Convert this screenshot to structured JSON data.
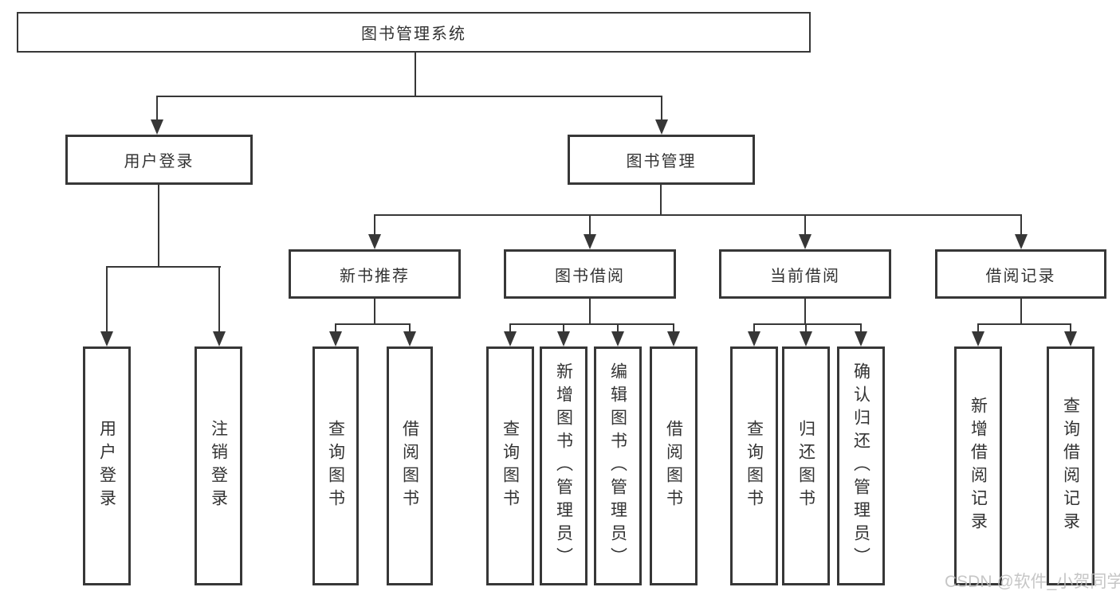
{
  "diagram": {
    "type": "hierarchy-tree",
    "title": "图书管理系统",
    "colors": {
      "line": "#373737",
      "text": "#333333",
      "background": "#ffffff",
      "watermark": "#bdbdbd"
    },
    "watermark": "CSDN @软件_小贺同学",
    "nodes": {
      "root": {
        "label": "图书管理系统"
      },
      "level2": [
        {
          "id": "user-login",
          "label": "用户登录"
        },
        {
          "id": "book-management",
          "label": "图书管理"
        }
      ],
      "level3": [
        {
          "id": "new-book-recommend",
          "label": "新书推荐"
        },
        {
          "id": "book-borrow",
          "label": "图书借阅"
        },
        {
          "id": "current-borrow",
          "label": "当前借阅"
        },
        {
          "id": "borrow-records",
          "label": "借阅记录"
        }
      ],
      "leaves": {
        "user_login": [
          "用户登录",
          "注销登录"
        ],
        "new_book_recommend": [
          "查询图书",
          "借阅图书"
        ],
        "book_borrow": [
          "查询图书",
          "新增图书（管理员）",
          "编辑图书（管理员）",
          "借阅图书"
        ],
        "current_borrow": [
          "查询图书",
          "归还图书",
          "确认归还（管理员）"
        ],
        "borrow_records": [
          "新增借阅记录",
          "查询借阅记录"
        ]
      }
    }
  }
}
